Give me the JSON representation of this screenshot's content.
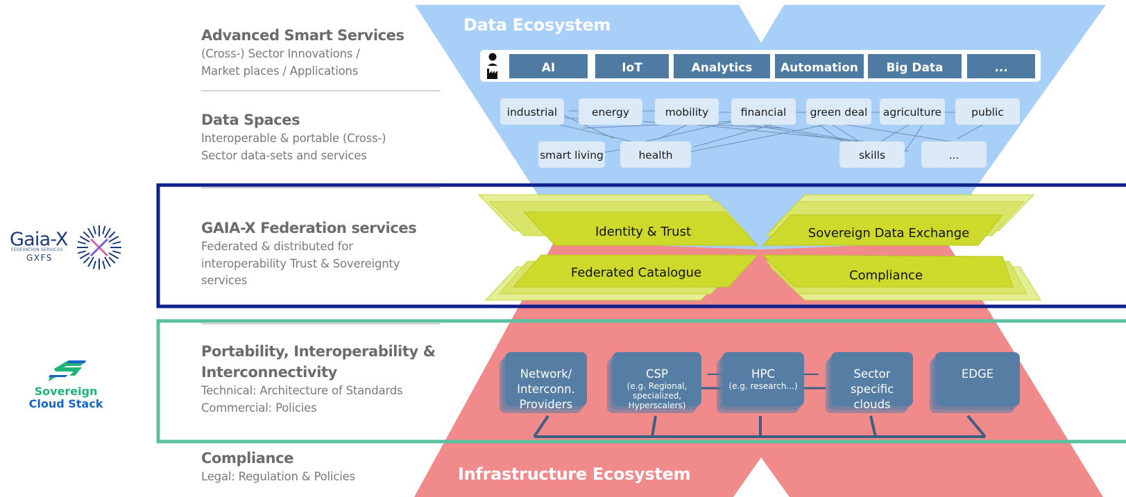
{
  "layers": [
    {
      "title": "Advanced Smart Services",
      "lines": [
        "(Cross-) Sector Innovations /",
        "Market places / Applications"
      ]
    },
    {
      "title": "Data Spaces",
      "lines": [
        "Interoperable & portable (Cross-)",
        "Sector data-sets and services"
      ]
    },
    {
      "title": "GAIA-X Federation services",
      "lines": [
        "Federated & distributed for",
        "interoperability Trust & Sovereignty",
        "services"
      ]
    },
    {
      "title_lines": [
        "Portability, Interoperability &",
        "Interconnectivity"
      ],
      "lines": [
        "Technical: Architecture of Standards",
        "Commercial: Policies"
      ]
    },
    {
      "title": "Compliance",
      "lines": [
        "Legal: Regulation & Policies"
      ]
    }
  ],
  "data_ecosystem": {
    "title": "Data Ecosystem",
    "technologies": [
      "AI",
      "IoT",
      "Analytics",
      "Automation",
      "Big Data",
      "..."
    ],
    "sectors_top": [
      "industrial",
      "energy",
      "mobility",
      "financial",
      "green deal",
      "agriculture",
      "public"
    ],
    "sectors_bottom": [
      "smart living",
      "health",
      "skills",
      "..."
    ]
  },
  "federation_services": {
    "identity": "Identity & Trust",
    "exchange": "Sovereign Data Exchange",
    "catalogue": "Federated Catalogue",
    "compliance": "Compliance"
  },
  "infrastructure": {
    "title": "Infrastructure Ecosystem",
    "providers": [
      {
        "big": [
          "Network/",
          "Interconn.",
          "Providers"
        ],
        "small": []
      },
      {
        "big": [
          "CSP"
        ],
        "small": [
          "(e.g. Regional,",
          "specialized,",
          "Hyperscalers)"
        ]
      },
      {
        "big": [
          "HPC"
        ],
        "small": [
          "(e.g. research...)"
        ]
      },
      {
        "big": [
          "Sector",
          "specific",
          "clouds"
        ],
        "small": []
      },
      {
        "big": [
          "EDGE"
        ],
        "small": []
      }
    ]
  },
  "logos": {
    "gaiax_name": "Gaia-X",
    "gaiax_subtitle": "FEDERATION SERVICES",
    "gaiax_abbrev": "GXFS",
    "scs_line1": "Sovereign",
    "scs_line2": "Cloud Stack"
  },
  "colors": {
    "data_blue": "#a8cff7",
    "infra_red": "#f08a8b",
    "tech_box": "#4f7aa2",
    "sector_box": "#dce9f6",
    "gaiax_green": "#cdd92b",
    "gaiax_green_light": "#e2ec8a",
    "provider_box": "#567ea5",
    "gaiax_frame": "#0f1f8c",
    "scs_frame": "#5cbfa0",
    "scs_green": "#20b37a",
    "scs_blue": "#1565c8"
  }
}
